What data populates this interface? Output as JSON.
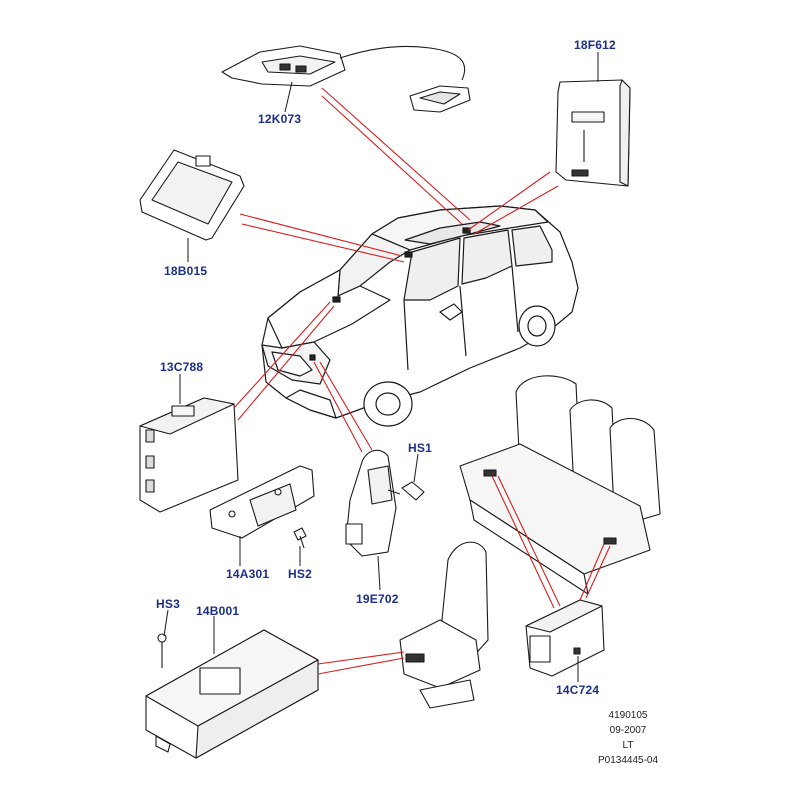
{
  "part_labels": {
    "p12K073": "12K073",
    "p18F612": "18F612",
    "p18B015": "18B015",
    "p13C788": "13C788",
    "pHS1": "HS1",
    "p14A301": "14A301",
    "pHS2": "HS2",
    "p19E702": "19E702",
    "pHS3": "HS3",
    "p14B001": "14B001",
    "p14C724": "14C724"
  },
  "reference": {
    "code": "4190105",
    "date": "09-2007",
    "variant": "LT",
    "doc": "P0134445-04"
  },
  "colors": {
    "label": "#1a2f8a",
    "leader": "#d42020",
    "line": "#1a1a1a",
    "background": "#ffffff"
  }
}
